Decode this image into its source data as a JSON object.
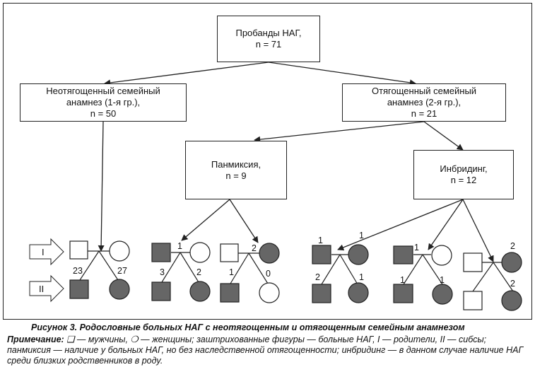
{
  "boxes": {
    "probands": {
      "line1": "Пробанды НАГ,",
      "line2": "n = 71"
    },
    "unburdened": {
      "line1": "Неотягощенный семейный",
      "line2": "анамнез (1-я гр.),",
      "line3": "n = 50"
    },
    "burdened": {
      "line1": "Отягощенный семейный",
      "line2": "анамнез (2-я гр.),",
      "line3": "n = 21"
    },
    "panmixia": {
      "line1": "Панмиксия,",
      "line2": "n = 9"
    },
    "inbreeding": {
      "line1": "Инбридинг,",
      "line2": "n = 12"
    }
  },
  "generations": {
    "first": "I",
    "second": "II"
  },
  "pedigrees": {
    "p1": {
      "left": "23",
      "right": "27"
    },
    "p2": {
      "top": "1",
      "left": "3",
      "right": "2"
    },
    "p3": {
      "top": "2",
      "left": "1",
      "right": "0"
    },
    "p4": {
      "top": "1",
      "topleft": "1",
      "left": "2",
      "right": "1"
    },
    "p5": {
      "top": "1",
      "left": "1",
      "right": "1"
    },
    "p6": {
      "top": "2",
      "right": "2"
    }
  },
  "caption": "Рисунок 3. Родословные больных НАГ с неотягощенным и отягощенным семейным анамнезом",
  "note": {
    "label": "Примечание:",
    "text": " ❑ — мужчины, ❍ — женщины; заштрихованные фигуры — больные НАГ, I — родители, II — сибсы; панмиксия — наличие у больных НАГ, но без наследственной отягощенности; инбридинг — в данном случае наличие НАГ среди близких родственников в роду."
  },
  "colors": {
    "affected": "#666666",
    "line": "#222222"
  }
}
